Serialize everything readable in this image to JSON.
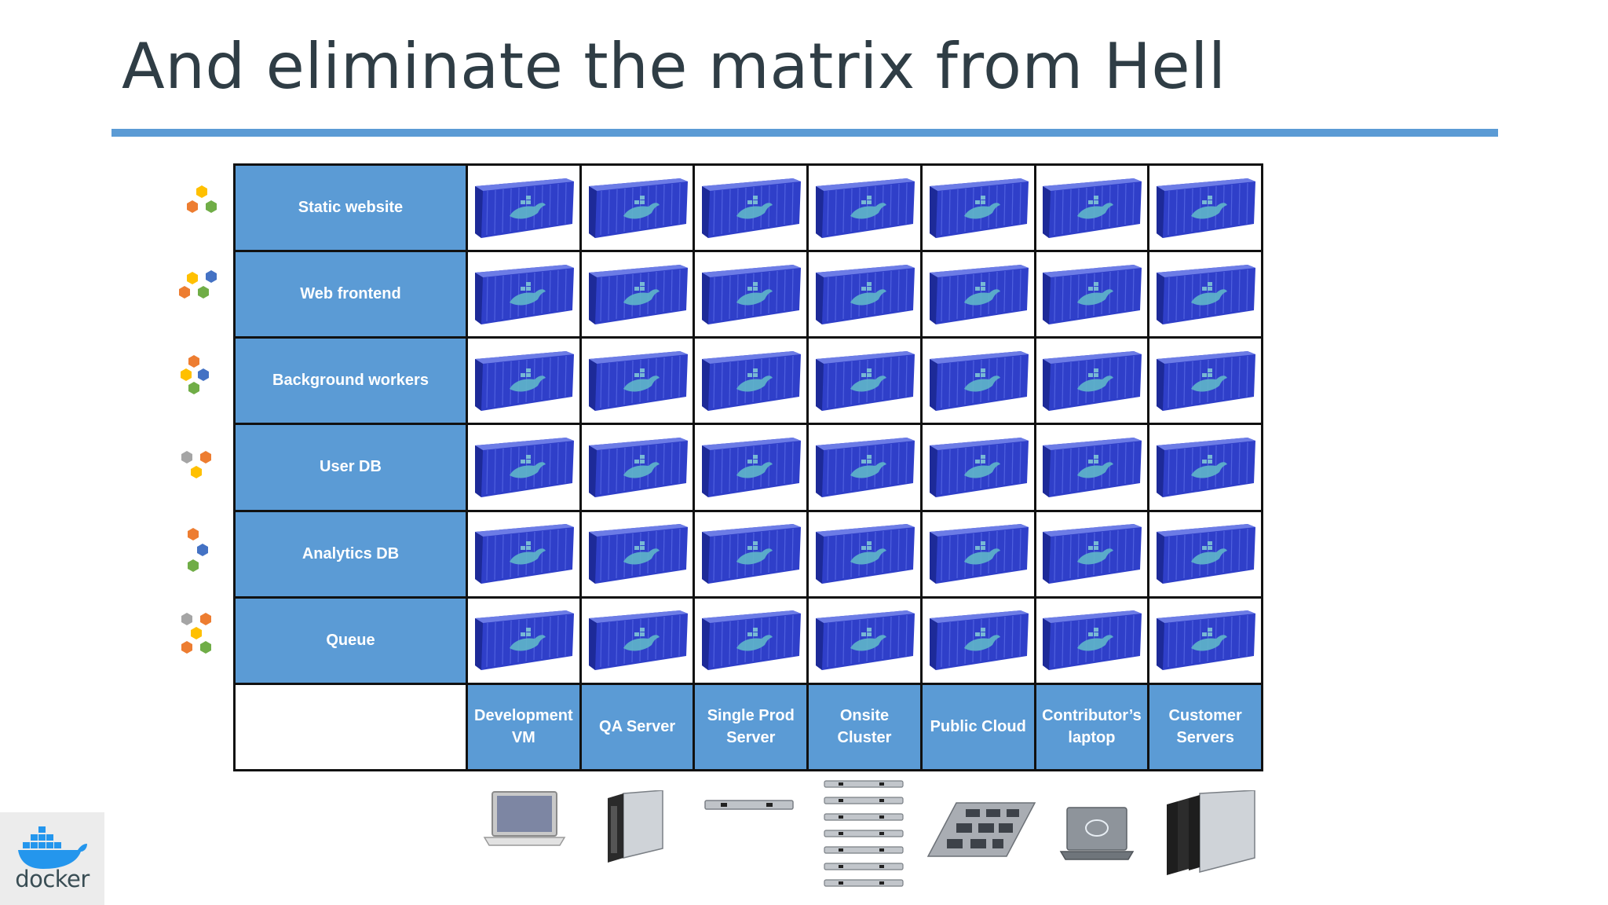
{
  "slide": {
    "title": "And eliminate the matrix from Hell"
  },
  "rows": [
    {
      "label": "Static website"
    },
    {
      "label": "Web frontend"
    },
    {
      "label": "Background workers"
    },
    {
      "label": "User DB"
    },
    {
      "label": "Analytics DB"
    },
    {
      "label": "Queue"
    }
  ],
  "columns": [
    {
      "label": "Development\nVM"
    },
    {
      "label": "QA Server"
    },
    {
      "label": "Single Prod\nServer"
    },
    {
      "label": "Onsite Cluster"
    },
    {
      "label": "Public Cloud"
    },
    {
      "label": "Contributor’s\nlaptop"
    },
    {
      "label": "Customer\nServers"
    }
  ],
  "cell_icon": "shipping-container-docker-icon",
  "hardware_icons": [
    "laptop-icon",
    "blade-server-icon",
    "rack-server-icon",
    "server-cluster-icon",
    "motherboard-icon",
    "dell-laptop-icon",
    "blade-servers-icon"
  ],
  "logo": {
    "word": "docker"
  },
  "colors": {
    "accent": "#5b9bd5",
    "title": "#2f3d45",
    "hex_orange": "#ed7d31",
    "hex_yellow": "#ffc000",
    "hex_green": "#70ad47",
    "hex_blue": "#4472c4",
    "hex_gray": "#a5a5a5",
    "container_blue": "#3b4fd6"
  }
}
